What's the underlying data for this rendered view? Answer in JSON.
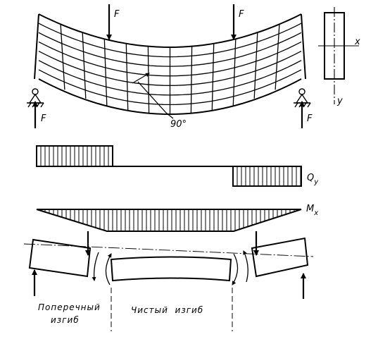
{
  "labels": {
    "force": "F",
    "axis_x": "x",
    "axis_y": "y",
    "angle": "90°",
    "shear_symbol": "Q",
    "shear_sub": "y",
    "moment_symbol": "M",
    "moment_sub": "x",
    "transverse_line1": "Поперечный",
    "transverse_line2": "изгиб",
    "pure_bending": "Чистый  изгиб"
  }
}
